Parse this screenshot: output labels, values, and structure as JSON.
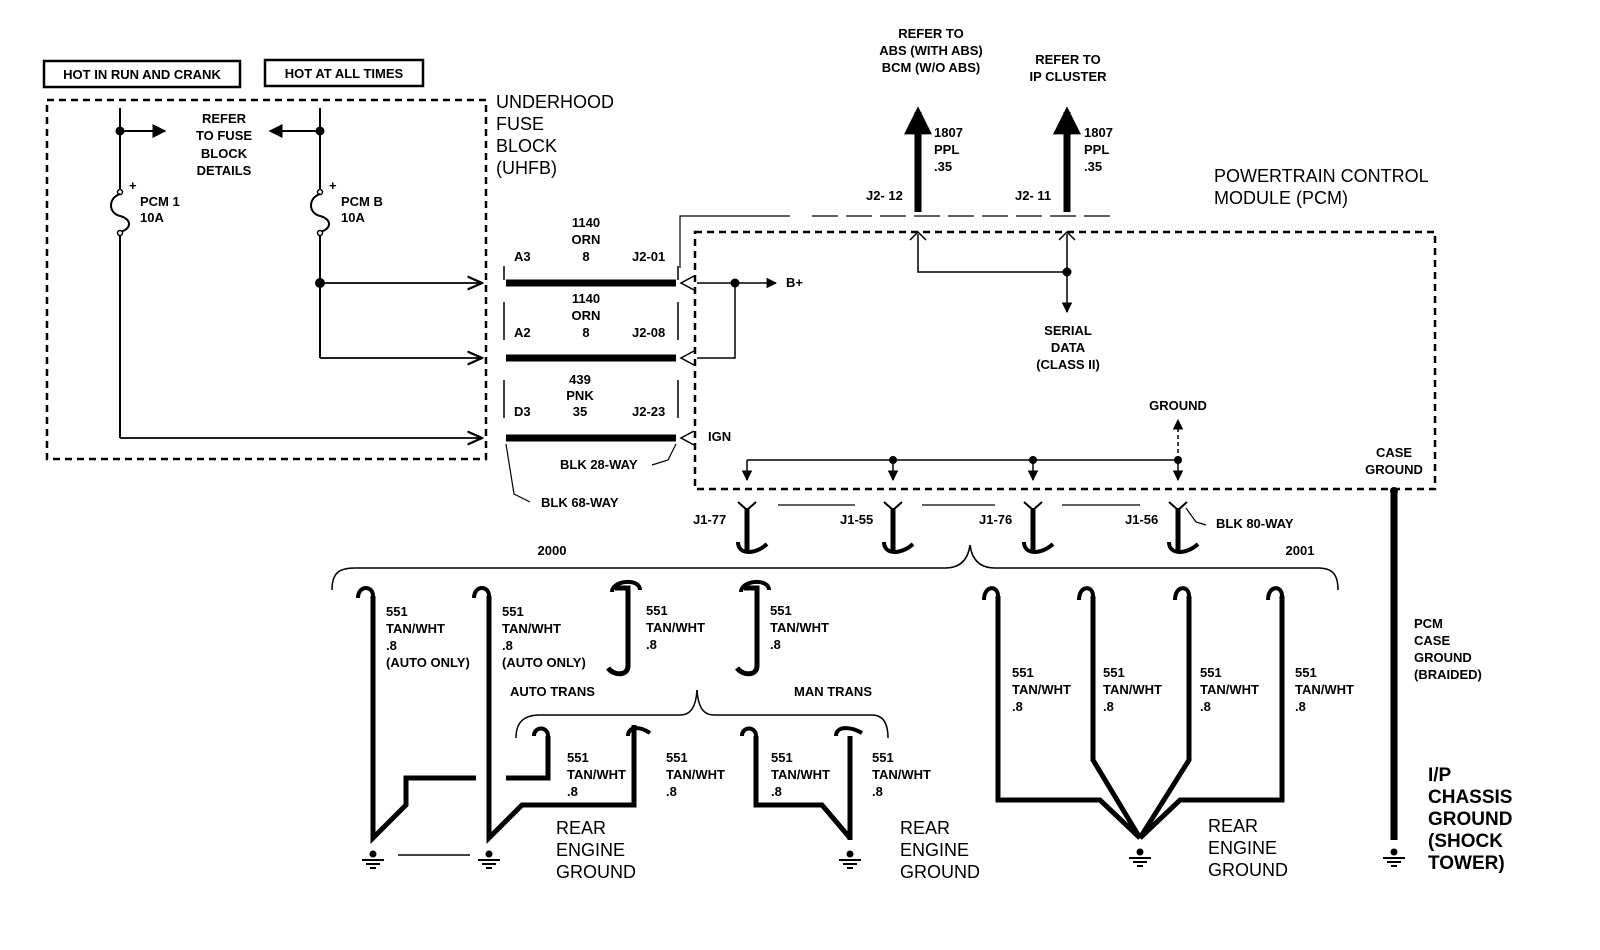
{
  "header": {
    "hot_in_run_and_crank": "HOT IN RUN AND CRANK",
    "hot_at_all_times": "HOT AT ALL TIMES"
  },
  "uhfb": {
    "title_lines": [
      "UNDERHOOD",
      "FUSE",
      "BLOCK",
      "(UHFB)"
    ],
    "refer_lines": [
      "REFER",
      "TO FUSE",
      "BLOCK",
      "DETAILS"
    ],
    "fuse1": {
      "name": "PCM 1",
      "rating": "10A"
    },
    "fuse2": {
      "name": "PCM B",
      "rating": "10A"
    },
    "plus_sign": "+"
  },
  "circuits": [
    {
      "cavity": "A3",
      "number": "1140",
      "color": "ORN",
      "size": "8",
      "pin": "J2-01"
    },
    {
      "cavity": "A2",
      "number": "1140",
      "color": "ORN",
      "size": "8",
      "pin": "J2-08"
    },
    {
      "cavity": "D3",
      "number": "439",
      "color": "PNK",
      "size": "35",
      "pin": "J2-23"
    }
  ],
  "connectors": {
    "blk_28_way": "BLK 28-WAY",
    "blk_68_way": "BLK 68-WAY",
    "blk_80_way": "BLK 80-WAY"
  },
  "pcm": {
    "title_lines": [
      "POWERTRAIN CONTROL",
      "MODULE (PCM)"
    ],
    "b_plus": "B+",
    "ign": "IGN",
    "ground": "GROUND",
    "serial_data_lines": [
      "SERIAL",
      "DATA",
      "(CLASS II)"
    ],
    "case_ground_lines": [
      "CASE",
      "GROUND"
    ]
  },
  "data_lines": [
    {
      "refer_lines": [
        "REFER TO",
        "ABS (WITH ABS)",
        "BCM (W/O ABS)"
      ],
      "wire_lines": [
        "1807",
        "PPL",
        ".35"
      ],
      "pin": "J2- 12"
    },
    {
      "refer_lines": [
        "REFER TO",
        "IP CLUSTER"
      ],
      "wire_lines": [
        "1807",
        "PPL",
        ".35"
      ],
      "pin": "J2- 11"
    }
  ],
  "ground_pins": [
    "J1-77",
    "J1-55",
    "J1-76",
    "J1-56"
  ],
  "years": {
    "left": "2000",
    "right": "2001"
  },
  "wire_551": {
    "number": "551",
    "color": "TAN/WHT",
    "size": ".8",
    "auto_only": "(AUTO ONLY)"
  },
  "trans": {
    "auto": "AUTO TRANS",
    "man": "MAN TRANS"
  },
  "rear_engine_ground_lines": [
    "REAR",
    "ENGINE",
    "GROUND"
  ],
  "pcm_case_ground_lines": [
    "PCM",
    "CASE",
    "GROUND",
    "(BRAIDED)"
  ],
  "ip_chassis_ground_lines": [
    "I/P",
    "CHASSIS",
    "GROUND",
    "(SHOCK",
    "TOWER)"
  ]
}
